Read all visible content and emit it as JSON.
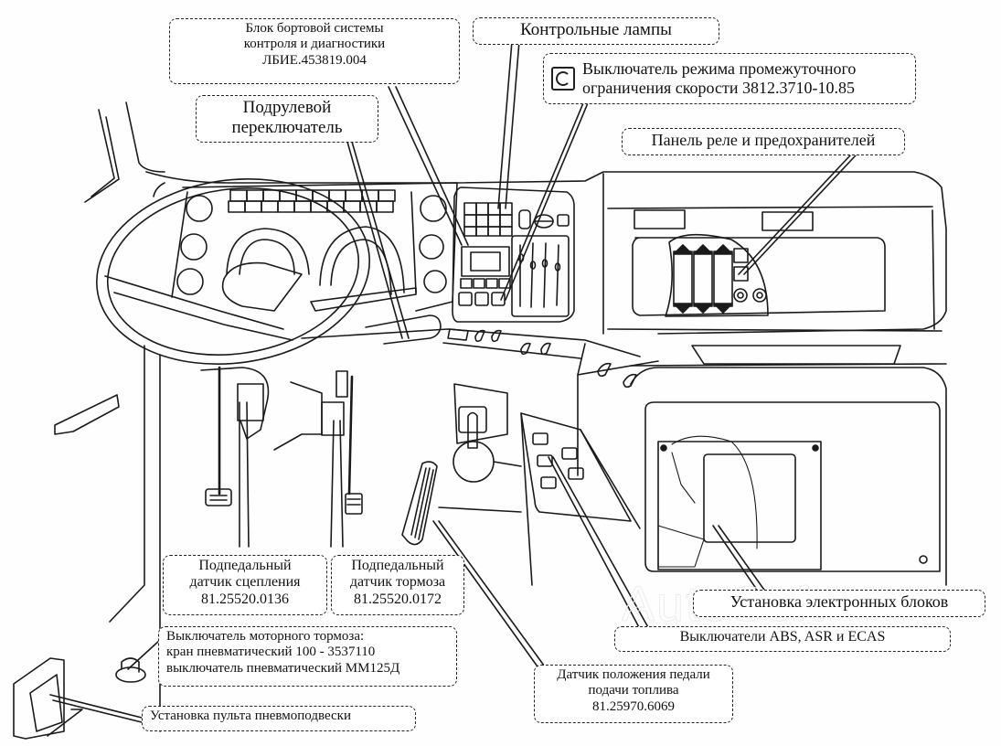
{
  "diagram": {
    "title": "Cab control elements layout",
    "watermark": "AutoSoft"
  },
  "labels": {
    "diagnostics_unit": {
      "lines": [
        "Блок бортовой системы",
        "контроля и диагностики",
        "ЛБИЕ.453819.004"
      ]
    },
    "warning_lamps": {
      "lines": [
        "Контрольные лампы"
      ]
    },
    "speed_limit_switch": {
      "icon": "speed-limiter-icon",
      "lines": [
        "Выключатель режима промежуточного",
        "ограничения скорости 3812.3710-10.85"
      ]
    },
    "steering_column_switch": {
      "lines": [
        "Подрулевой",
        "переключатель"
      ]
    },
    "relay_fuse_panel": {
      "lines": [
        "Панель реле и предохранителей"
      ]
    },
    "clutch_sensor": {
      "lines": [
        "Подпедальный",
        "датчик сцепления",
        "81.25520.0136"
      ]
    },
    "brake_sensor": {
      "lines": [
        "Подпедальный",
        "датчик тормоза",
        "81.25520.0172"
      ]
    },
    "engine_brake_switch": {
      "lines": [
        "Выключатель моторного тормоза:",
        "кран пневматический  100 - 3537110",
        "выключатель пневматический ММ125Д"
      ]
    },
    "air_suspension_panel": {
      "lines": [
        "Установка пульта пневмоподвески"
      ]
    },
    "electronic_units": {
      "lines": [
        "Установка электронных блоков"
      ]
    },
    "abs_asr_ecas_switches": {
      "lines": [
        "Выключатели ABS, ASR и ECAS"
      ]
    },
    "fuel_pedal_sensor": {
      "lines": [
        "Датчик положения педали",
        "подачи топлива",
        "81.25970.6069"
      ]
    }
  }
}
